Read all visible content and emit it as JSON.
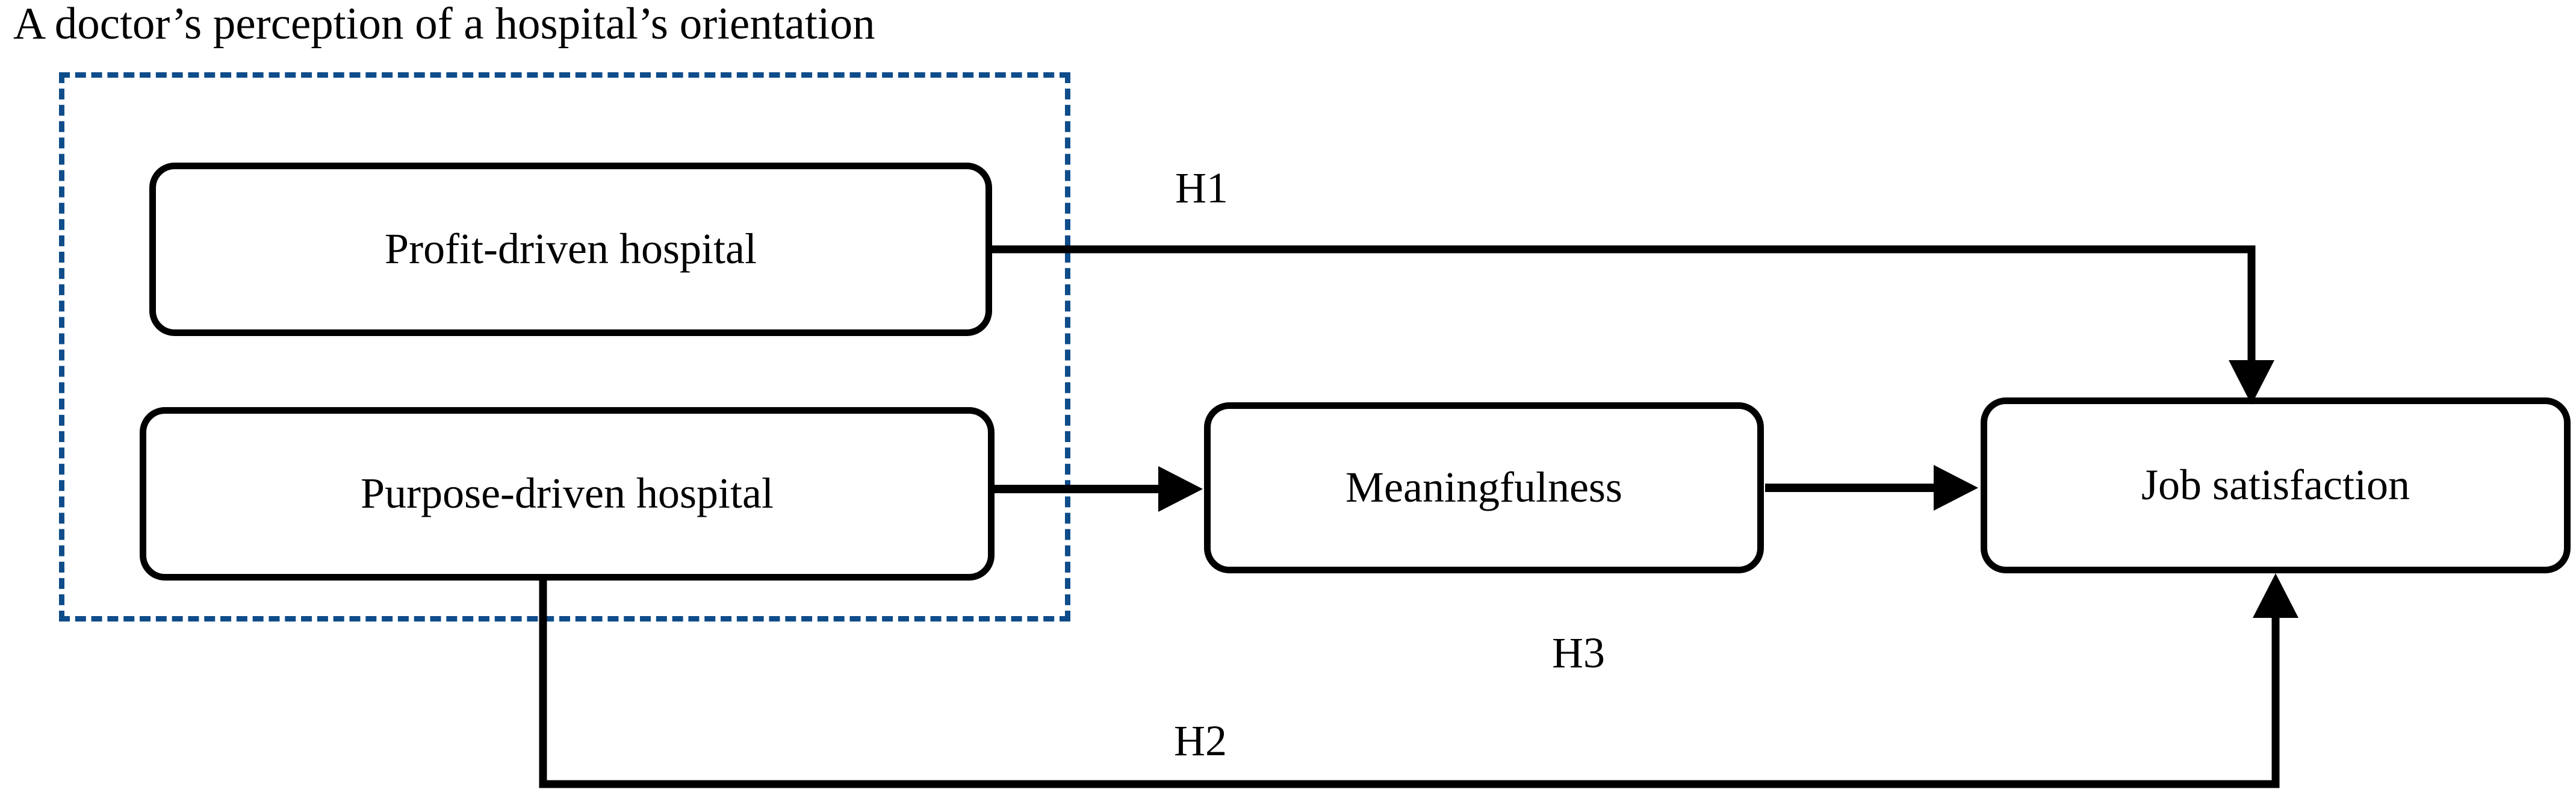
{
  "diagram": {
    "title": "A doctor’s perception of a hospital’s orientation",
    "type": "conceptual-path-model",
    "group": {
      "caption": "A doctor’s perception of a hospital’s orientation",
      "border_style": "dashed",
      "border_color": "#0f4c8a",
      "contains": [
        "Profit-driven hospital",
        "Purpose-driven hospital"
      ]
    },
    "nodes": [
      {
        "id": "profit",
        "label": "Profit-driven hospital"
      },
      {
        "id": "purpose",
        "label": "Purpose-driven hospital"
      },
      {
        "id": "meaning",
        "label": "Meaningfulness"
      },
      {
        "id": "job",
        "label": "Job satisfaction"
      }
    ],
    "hypotheses": [
      {
        "id": "h1",
        "label": "H1",
        "from": "Profit-driven hospital",
        "to": "Job satisfaction"
      },
      {
        "id": "h2",
        "label": "H2",
        "from": "Purpose-driven hospital",
        "to": "Job satisfaction"
      },
      {
        "id": "h3",
        "label": "H3",
        "from": "Purpose-driven hospital",
        "to": "Meaningfulness → Job satisfaction"
      }
    ],
    "edges": [
      {
        "from": "Profit-driven hospital",
        "to": "Job satisfaction",
        "label": "H1",
        "style": "solid",
        "arrow": "single"
      },
      {
        "from": "Purpose-driven hospital",
        "to": "Meaningfulness",
        "label": "",
        "style": "solid",
        "arrow": "single"
      },
      {
        "from": "Meaningfulness",
        "to": "Job satisfaction",
        "label": "H3",
        "style": "solid",
        "arrow": "single"
      },
      {
        "from": "Purpose-driven hospital",
        "to": "Job satisfaction",
        "label": "H2",
        "style": "solid",
        "arrow": "single"
      }
    ],
    "colors": {
      "node_border": "#000000",
      "node_fill": "#ffffff",
      "arrow": "#000000",
      "group_border": "#0f4c8a",
      "text": "#000000",
      "background": "#ffffff"
    }
  }
}
